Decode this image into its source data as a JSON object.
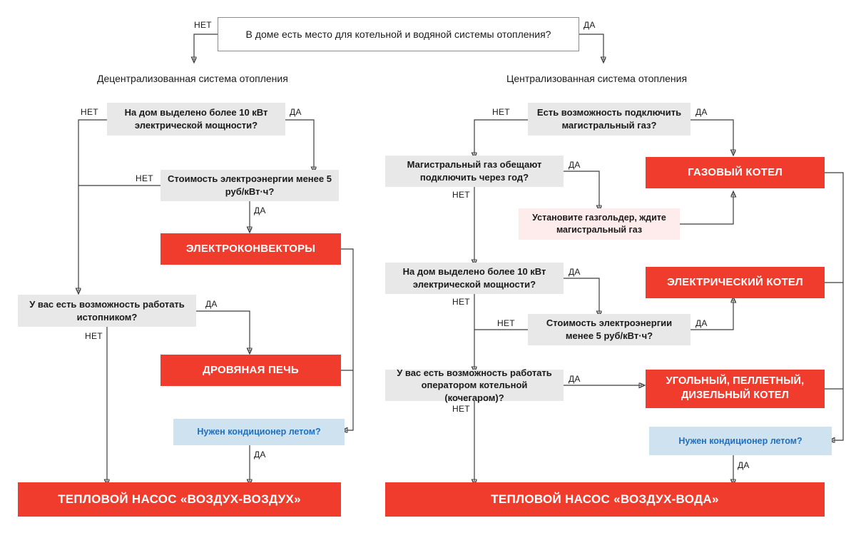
{
  "diagram": {
    "title_root": "В доме есть место для котельной и водяной системы отопления?",
    "yes": "ДА",
    "no": "НЕТ",
    "columns": {
      "left_header": "Децентрализованная система отопления",
      "right_header": "Централизованная система отопления"
    },
    "colors": {
      "red": "#f03c2d",
      "grey": "#e8e8e8",
      "blue_fill": "#cfe2f0",
      "blue_text": "#1f6fbf",
      "pink_fill": "#fdeceb",
      "wire": "#3c3c3c"
    },
    "left": {
      "q_power": "На дом выделено более 10 кВт электрической мощности?",
      "q_price": "Стоимость электроэнергии менее 5 руб/кВт·ч?",
      "r_convectors": "ЭЛЕКТРОКОНВЕКТОРЫ",
      "q_stoker": "У вас есть возможность работать истопником?",
      "r_woodstove": "ДРОВЯНАЯ ПЕЧЬ",
      "q_ac": "Нужен кондиционер летом?",
      "r_heatpump": "ТЕПЛОВОЙ НАСОС «ВОЗДУХ-ВОЗДУХ»"
    },
    "right": {
      "q_gas": "Есть возможность подключить магистральный газ?",
      "r_gasboiler": "ГАЗОВЫЙ КОТЕЛ",
      "q_gas_year": "Магистральный газ обещают подключить через год?",
      "n_gasholder": "Установите газгольдер, ждите магистральный газ",
      "q_power": "На дом выделено более 10 кВт электрической мощности?",
      "r_electricboiler": "ЭЛЕКТРИЧЕСКИЙ КОТЕЛ",
      "q_price": "Стоимость электроэнергии менее 5 руб/кВт·ч?",
      "q_operator": "У вас есть возможность работать оператором котельной (кочегаром)?",
      "r_solidfuel": "УГОЛЬНЫЙ, ПЕЛЛЕТНЫЙ, ДИЗЕЛЬНЫЙ КОТЕЛ",
      "q_ac": "Нужен кондиционер летом?",
      "r_heatpump": "ТЕПЛОВОЙ НАСОС «ВОЗДУХ-ВОДА»"
    },
    "edge_labels": {
      "root_no": "НЕТ",
      "root_yes": "ДА",
      "l_power_no": "НЕТ",
      "l_power_yes": "ДА",
      "l_price_no": "НЕТ",
      "l_price_yes": "ДА",
      "l_stoker_yes": "ДА",
      "l_stoker_no": "НЕТ",
      "l_ac_yes": "ДА",
      "r_gas_no": "НЕТ",
      "r_gas_yes": "ДА",
      "r_year_yes": "ДА",
      "r_year_no": "НЕТ",
      "r_power_yes": "ДА",
      "r_power_no": "НЕТ",
      "r_price_no": "НЕТ",
      "r_price_yes": "ДА",
      "r_oper_yes": "ДА",
      "r_oper_no": "НЕТ",
      "r_ac_yes": "ДА"
    }
  }
}
